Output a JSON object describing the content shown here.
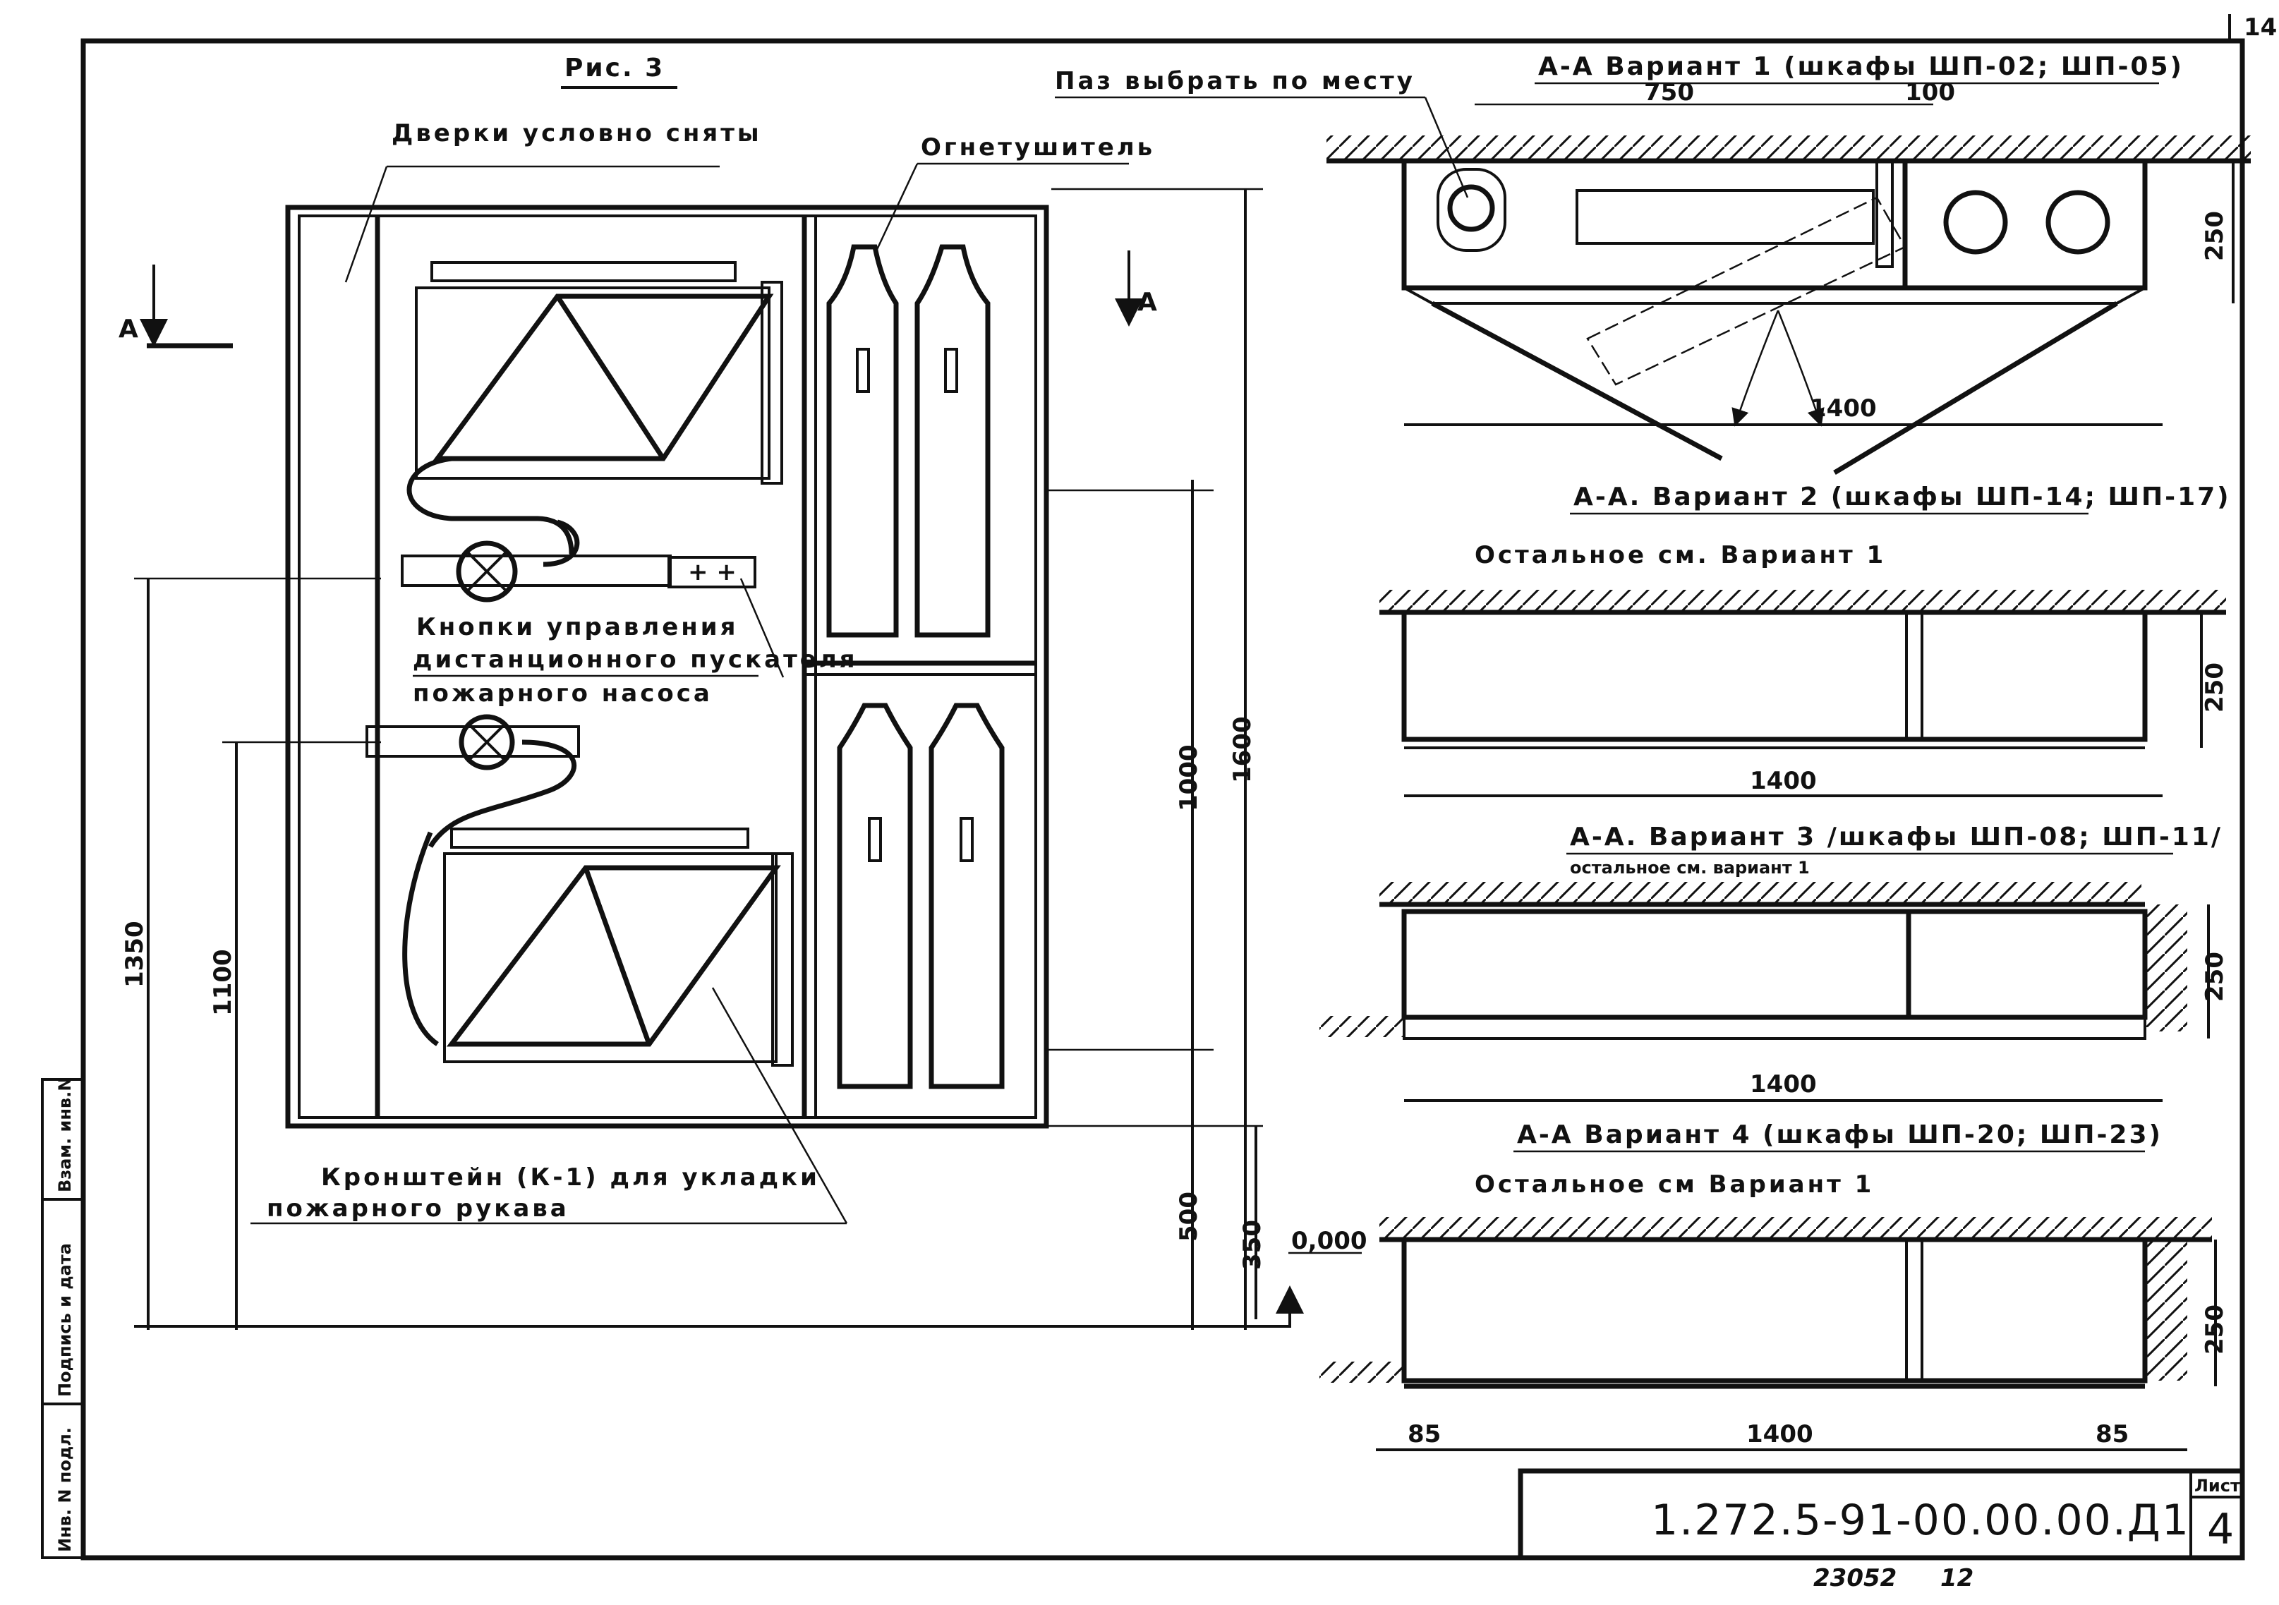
{
  "page_number": "14",
  "figure": {
    "title": "Рис. 3",
    "doors_note": "Дверки условно сняты",
    "extinguisher_label": "Огнетушитель",
    "buttons_label_1": "Кнопки управления",
    "buttons_label_2": "дистанционного пускателя",
    "buttons_label_3": "пожарного насоса",
    "bracket_label_1": "Кронштейн (К-1) для укладки",
    "bracket_label_2": "пожарного рукава",
    "section_mark": "А",
    "buttons_box": "+ +",
    "dims": {
      "d1600": "1600",
      "d1000": "1000",
      "d500": "500",
      "d350": "350",
      "d1350": "1350",
      "d1100": "1100",
      "level": "0,000"
    }
  },
  "sections": {
    "v1": {
      "title": "А-А  Вариант 1  (шкафы ШП-02; ШП-05)",
      "groove_note": "Паз выбрать по месту",
      "d750": "750",
      "d100": "100",
      "d250": "250",
      "d1400": "1400"
    },
    "v2": {
      "title": "А-А.  Вариант 2  (шкафы ШП-14; ШП-17)",
      "note": "Остальное  см.  Вариант 1",
      "d250": "250",
      "d1400": "1400"
    },
    "v3": {
      "title": "А-А. Вариант 3 /шкафы ШП-08; ШП-11/",
      "note": "остальное  см. вариант 1",
      "d250": "250",
      "d1400": "1400"
    },
    "v4": {
      "title": "А-А  Вариант 4  (шкафы ШП-20; ШП-23)",
      "note": "Остальное  см  Вариант 1",
      "d250": "250",
      "d1400": "1400",
      "d85a": "85",
      "d85b": "85"
    }
  },
  "stamp": {
    "inv_podl": "Инв. N подл.",
    "podpis": "Подпись и дата",
    "vzam": "Взам. инв.N",
    "doc_code": "1.272.5-91-00.00.00.Д1",
    "sheet_label": "Лист",
    "sheet_number": "4",
    "archive_number": "23052",
    "archive_suffix": "12"
  }
}
